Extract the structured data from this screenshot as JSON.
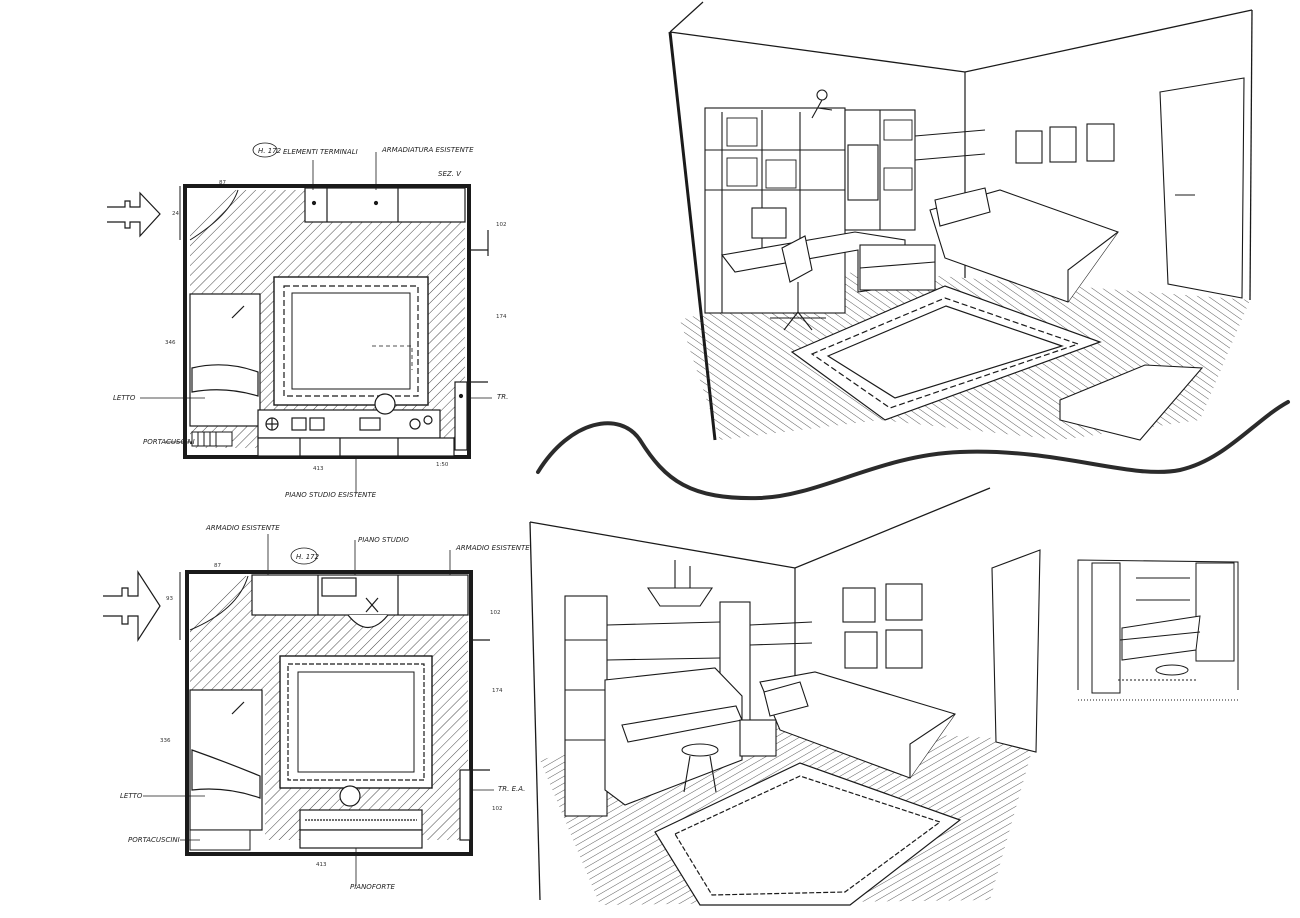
{
  "plan_top": {
    "notes": {
      "height_tag": "H. 172",
      "callout_shelves": "ELEMENTI TERMINALI",
      "callout_wardrobe": "ARMADIATURA ESISTENTE",
      "section_mark": "SEZ. V",
      "bed": "LETTO",
      "pouf": "PORTACUSCINI",
      "desk": "PIANO STUDIO ESISTENTE",
      "radiator": "TR.",
      "scale": "1:50"
    },
    "dims": {
      "top": "87",
      "left": "346",
      "bottom": "413",
      "right_top": "102",
      "right_mid": "174",
      "door_gap": "24"
    }
  },
  "plan_bottom": {
    "notes": {
      "height_tag": "H. 172",
      "callout_wardrobe": "ARMADIO ESISTENTE",
      "callout_desk": "PIANO STUDIO",
      "callout_shelf": "ARMADIO ESISTENTE",
      "bed": "LETTO",
      "pouf": "PORTACUSCINI",
      "piano": "PIANOFORTE",
      "radiator": "TR. E.A."
    },
    "dims": {
      "top": "87",
      "left": "336",
      "bottom": "413",
      "right_top": "102",
      "right_mid": "174",
      "right_bot": "102",
      "door_gap": "93"
    }
  },
  "colors": {
    "ink": "#1a1a1a",
    "paper": "#ffffff",
    "hatch": "#333333",
    "wave": "#2b2b2b"
  }
}
